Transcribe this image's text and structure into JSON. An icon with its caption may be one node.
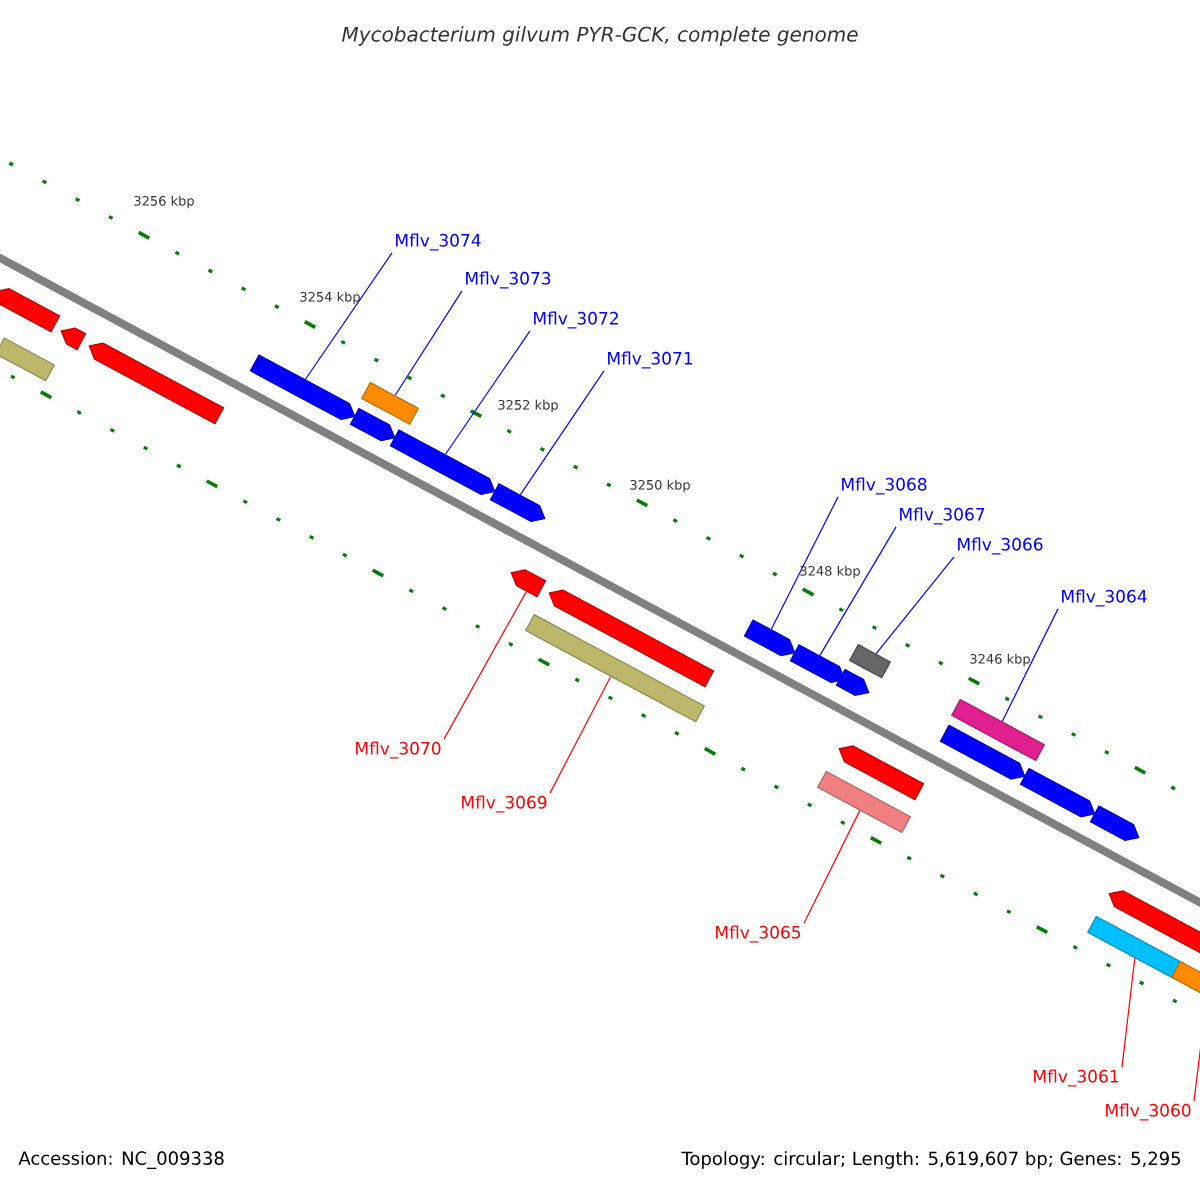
{
  "diagram": {
    "title": "Mycobacterium gilvum PYR-GCK, complete genome",
    "nodes": [
      {
        "text": [
          "Mflv_3074"
        ]
      },
      {
        "text": [
          "Mflv_3073"
        ]
      },
      {
        "text": [
          "Mflv_3072"
        ]
      },
      {
        "text": [
          "Mflv_3071"
        ]
      },
      {
        "text": [
          "Mflv_3068"
        ]
      },
      {
        "text": [
          "Mflv_3067"
        ]
      },
      {
        "text": [
          "Mflv_3066"
        ]
      },
      {
        "text": [
          "Mflv_3064"
        ]
      },
      {
        "text": [
          "Mflv_3070"
        ]
      },
      {
        "text": [
          "Mflv_3069"
        ]
      },
      {
        "text": [
          "Mflv_3065"
        ]
      },
      {
        "text": [
          "Mflv_3061"
        ]
      },
      {
        "text": [
          "Mflv_3060"
        ]
      },
      {
        "text": [],
        "shape": "bar"
      },
      {
        "text": [],
        "shape": "bar"
      },
      {
        "text": [],
        "shape": "bar"
      },
      {
        "text": [],
        "shape": "bar"
      },
      {
        "text": [],
        "shape": "bar"
      },
      {
        "text": [],
        "shape": "bar"
      },
      {
        "text": [],
        "shape": "bar"
      },
      {
        "text": [],
        "shape": "bar"
      },
      {
        "text": [],
        "shape": "bar"
      },
      {
        "text": [],
        "shape": "bar"
      },
      {
        "text": [],
        "shape": "bar"
      },
      {
        "text": [],
        "shape": "bar"
      },
      {
        "text": [],
        "shape": "bar"
      },
      {
        "text": [],
        "shape": "bar"
      },
      {
        "text": [],
        "shape": "bar"
      },
      {
        "text": [],
        "shape": "bar"
      },
      {
        "text": [],
        "shape": "bar"
      },
      {
        "text": [],
        "shape": "bar"
      },
      {
        "text": [],
        "shape": "bar"
      },
      {
        "text": [],
        "shape": "bar"
      },
      {
        "text": [],
        "shape": "bar"
      },
      {
        "text": [],
        "shape": "bar"
      },
      {
        "text": [],
        "shape": "bar"
      },
      {
        "text": [],
        "shape": "bar"
      },
      {
        "text": [],
        "shape": "bar"
      }
    ],
    "edges": [
      {
        "from": 0,
        "to": 17,
        "arrow": "none"
      },
      {
        "from": 1,
        "to": 19,
        "arrow": "none"
      },
      {
        "from": 2,
        "to": 20,
        "arrow": "none"
      },
      {
        "from": 3,
        "to": 21,
        "arrow": "none"
      },
      {
        "from": 4,
        "to": 25,
        "arrow": "none"
      },
      {
        "from": 5,
        "to": 26,
        "arrow": "none"
      },
      {
        "from": 6,
        "to": 30,
        "arrow": "none"
      },
      {
        "from": 7,
        "to": 32,
        "arrow": "none"
      },
      {
        "from": 8,
        "to": 22,
        "arrow": "none",
        "color": "#ff0000"
      },
      {
        "from": 9,
        "to": 23,
        "arrow": "none",
        "color": "#ff0000"
      },
      {
        "from": 10,
        "to": 27,
        "arrow": "none",
        "color": "#ff0000"
      },
      {
        "from": 11,
        "to": 35,
        "arrow": "none",
        "color": "#ff0000"
      },
      {
        "from": 12,
        "to": 37,
        "arrow": "none",
        "color": "#ff0000"
      }
    ],
    "labels": [
      "3256 kbp",
      "3254 kbp",
      "3252 kbp",
      "3250 kbp",
      "3248 kbp",
      "3246 kbp",
      "Accession: NC_009338",
      "Topology: circular; Length: 5,619,607 bp; Genes: 5,295"
    ]
  }
}
